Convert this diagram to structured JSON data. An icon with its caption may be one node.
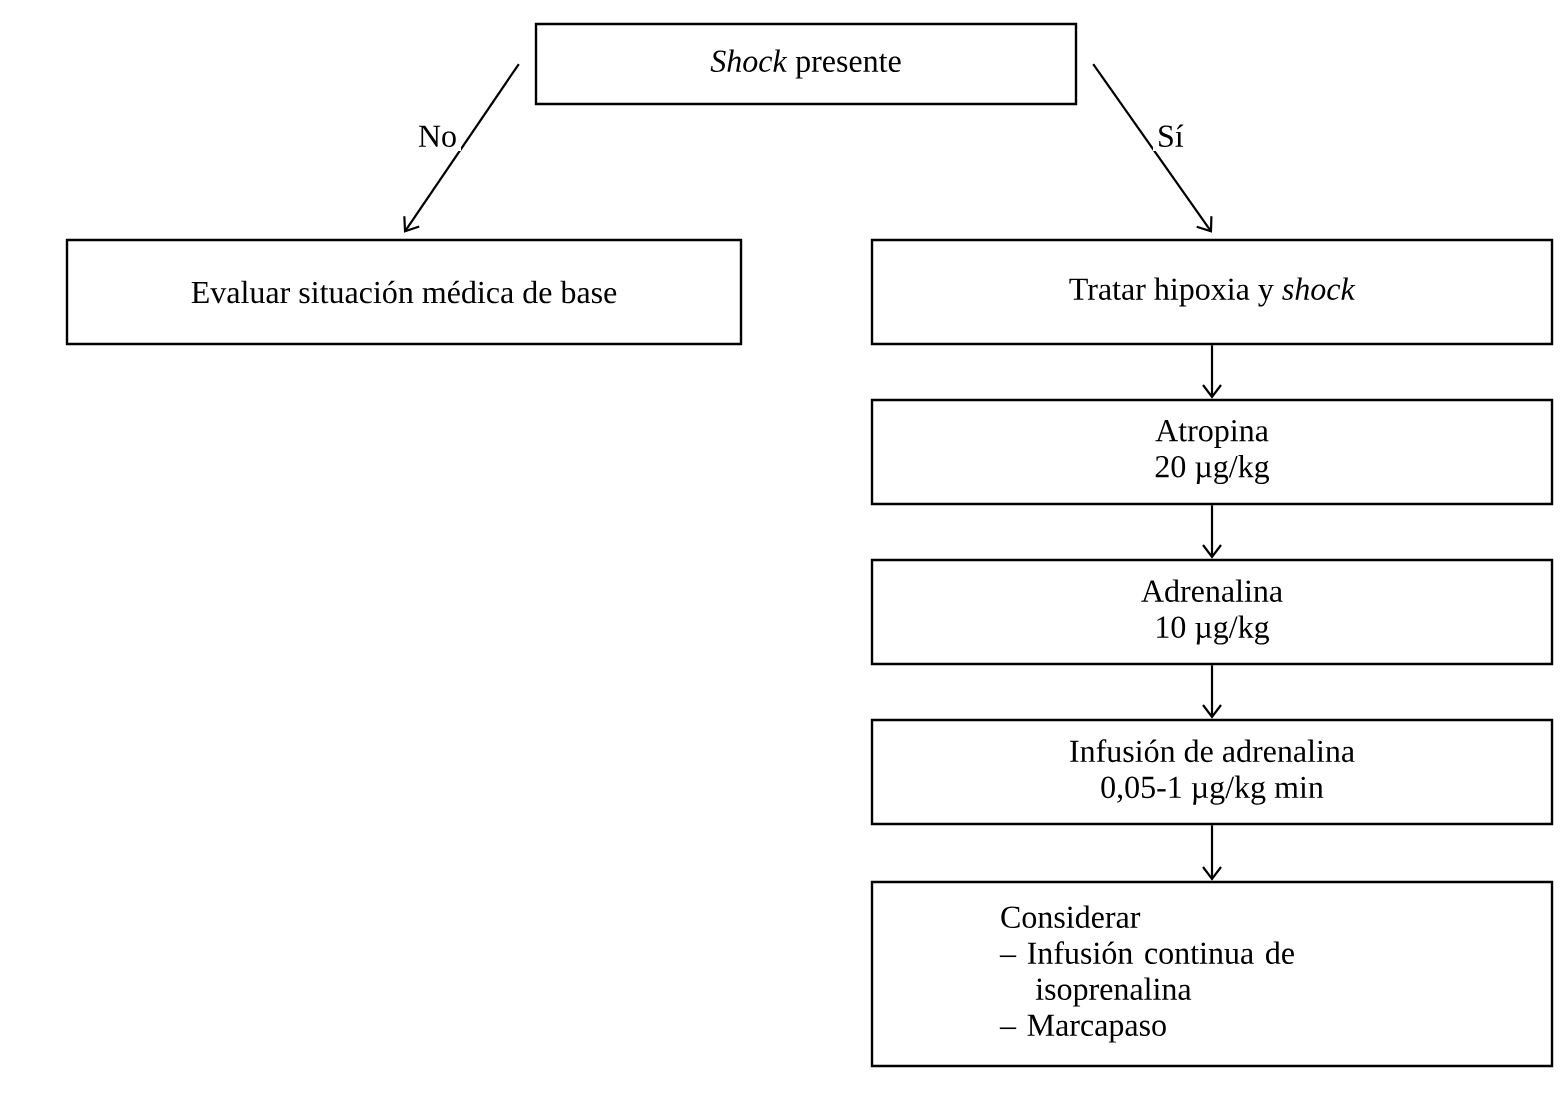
{
  "diagram": {
    "nodes": [
      {
        "text": [
          "*Shock* presente"
        ]
      },
      {
        "text": [
          "Evaluar situación médica de base"
        ]
      },
      {
        "text": [
          "Tratar hipoxia y *shock*"
        ]
      },
      {
        "text": [
          "Atropina",
          "20 µg/kg"
        ]
      },
      {
        "text": [
          "Adrenalina",
          "10 µg/kg"
        ]
      },
      {
        "text": [
          "Infusión de adrenalina",
          "0,05-1 µg/kg min"
        ]
      },
      {
        "text": [
          "Considerar",
          "– Infusión continua de isoprenalina",
          "– Marcapaso"
        ]
      }
    ],
    "edges": [
      {
        "from": 0,
        "to": 1,
        "arrow": "to",
        "label": "No"
      },
      {
        "from": 0,
        "to": 2,
        "arrow": "to",
        "label": "Sí"
      },
      {
        "from": 2,
        "to": 3,
        "arrow": "to"
      },
      {
        "from": 3,
        "to": 4,
        "arrow": "to"
      },
      {
        "from": 4,
        "to": 5,
        "arrow": "to"
      },
      {
        "from": 5,
        "to": 6,
        "arrow": "to"
      }
    ]
  }
}
